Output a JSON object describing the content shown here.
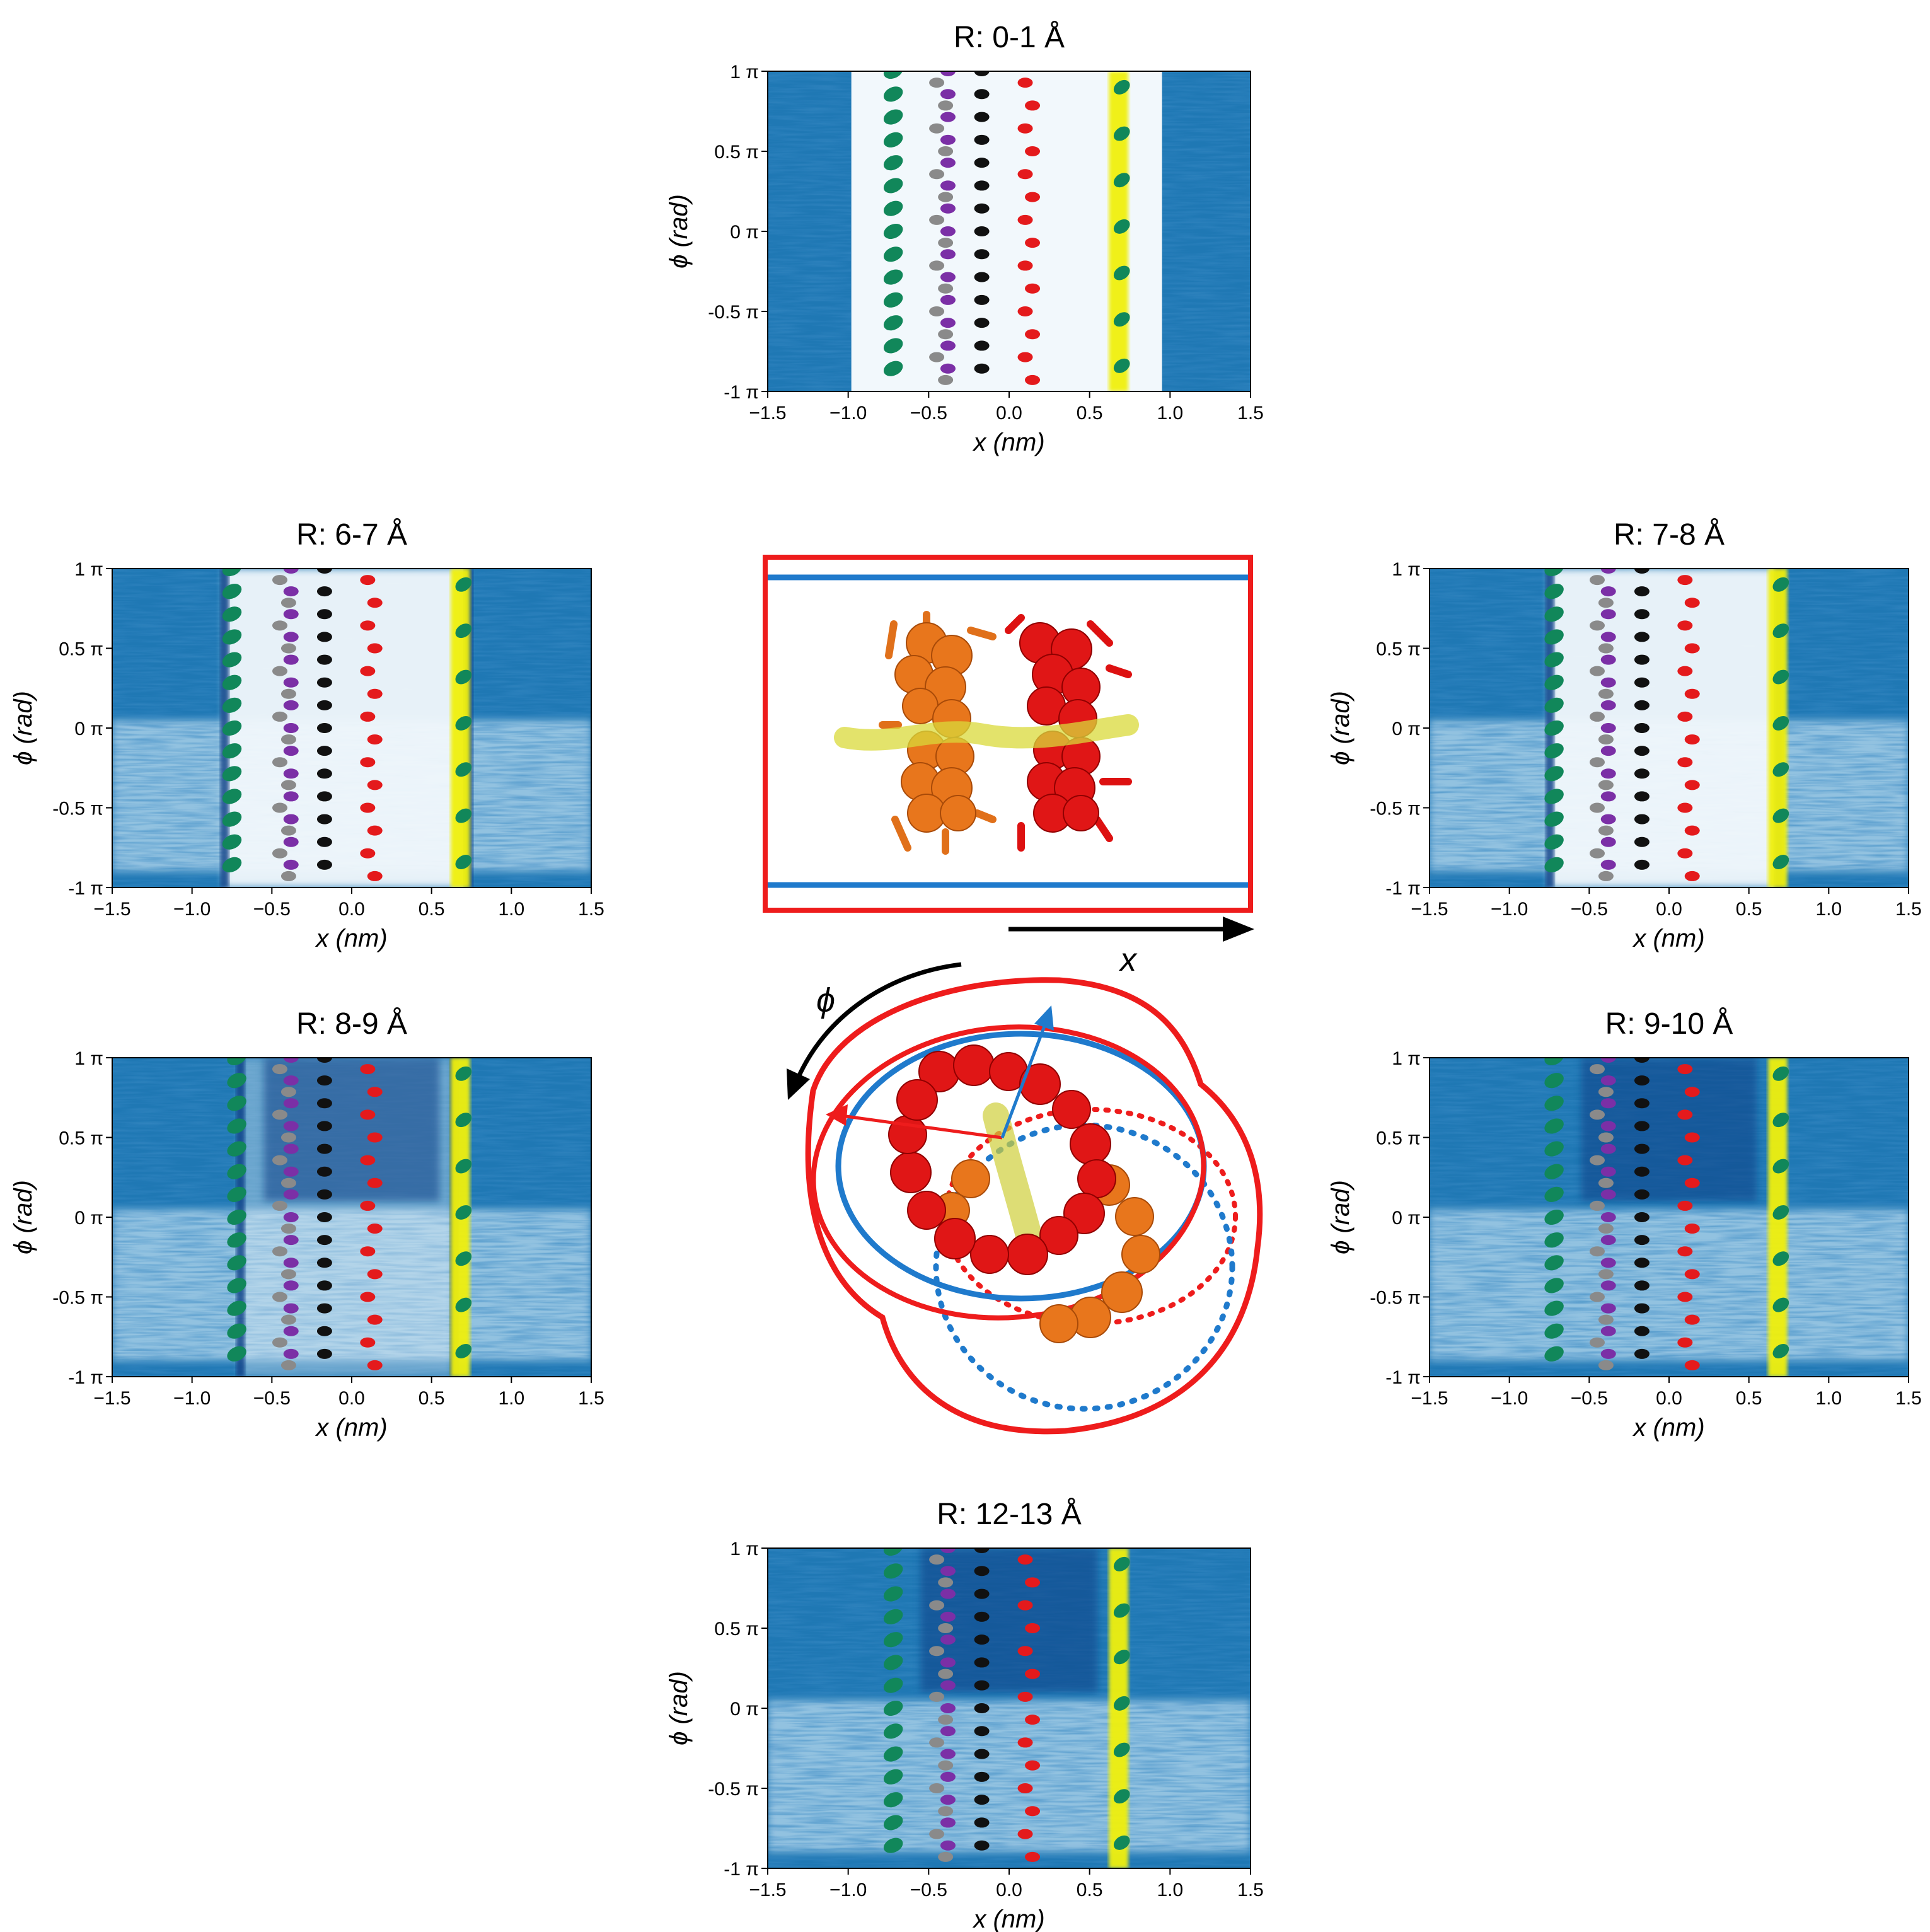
{
  "colors": {
    "density_dark": "#0b3f86",
    "density_mid": "#1f78b4",
    "density_light": "#a7cfe8",
    "density_white": "#f2f8fc",
    "green": "#11875a",
    "grey": "#8a8a8a",
    "purple": "#7b2fa6",
    "red": "#e41a1c",
    "black": "#111111",
    "yellow": "#f0f00a",
    "orange_sparks": "#f39c3a",
    "schematic_red": "#ee1c1c",
    "schematic_blue": "#1f7acc"
  },
  "schematic": {
    "x_label": "x",
    "phi_label": "ϕ"
  },
  "chart_data": [
    {
      "id": "r0",
      "type": "heatmap",
      "title": "R: 0-1 Å",
      "xlabel": "x (nm)",
      "ylabel": "ϕ (rad)",
      "xlim": [
        -1.5,
        1.5
      ],
      "ylim": [
        -1,
        1
      ],
      "xticks": [
        "−1.5",
        "−1.0",
        "−0.5",
        "0.0",
        "0.5",
        "1.0",
        "1.5"
      ],
      "yticks": [
        "1 π",
        "0.5 π",
        "0 π",
        "-0.5 π",
        "-1 π"
      ],
      "density_profile": {
        "pattern": "core",
        "inner_white_halfwidth_nm": 0.95
      },
      "atom_columns_x_nm": {
        "green": -0.72,
        "grey": -0.45,
        "purple": -0.38,
        "black": -0.17,
        "red": 0.1,
        "yellow": 0.68
      }
    },
    {
      "id": "r6",
      "type": "heatmap",
      "title": "R: 6-7 Å",
      "xlabel": "x (nm)",
      "ylabel": "ϕ (rad)",
      "xlim": [
        -1.5,
        1.5
      ],
      "ylim": [
        -1,
        1
      ],
      "xticks": [
        "−1.5",
        "−1.0",
        "−0.5",
        "0.0",
        "0.5",
        "1.0",
        "1.5"
      ],
      "yticks": [
        "1 π",
        "0.5 π",
        "0 π",
        "-0.5 π",
        "-1 π"
      ],
      "density_profile": {
        "pattern": "pore_wall",
        "inner_white_halfwidth_nm": 0.8
      },
      "atom_columns_x_nm": {
        "green": -0.75,
        "grey": -0.45,
        "purple": -0.38,
        "black": -0.17,
        "red": 0.1,
        "yellow": 0.68
      }
    },
    {
      "id": "r7",
      "type": "heatmap",
      "title": "R: 7-8 Å",
      "xlabel": "x (nm)",
      "ylabel": "ϕ (rad)",
      "xlim": [
        -1.5,
        1.5
      ],
      "ylim": [
        -1,
        1
      ],
      "xticks": [
        "−1.5",
        "−1.0",
        "−0.5",
        "0.0",
        "0.5",
        "1.0",
        "1.5"
      ],
      "yticks": [
        "1 π",
        "0.5 π",
        "0 π",
        "-0.5 π",
        "-1 π"
      ],
      "density_profile": {
        "pattern": "wavy",
        "inner_white_halfwidth_nm": 0.75
      },
      "atom_columns_x_nm": {
        "green": -0.72,
        "grey": -0.45,
        "purple": -0.38,
        "black": -0.17,
        "red": 0.1,
        "yellow": 0.68
      }
    },
    {
      "id": "r8",
      "type": "heatmap",
      "title": "R: 8-9 Å",
      "xlabel": "x (nm)",
      "ylabel": "ϕ (rad)",
      "xlim": [
        -1.5,
        1.5
      ],
      "ylim": [
        -1,
        1
      ],
      "xticks": [
        "−1.5",
        "−1.0",
        "−0.5",
        "0.0",
        "0.5",
        "1.0",
        "1.5"
      ],
      "yticks": [
        "1 π",
        "0.5 π",
        "0 π",
        "-0.5 π",
        "-1 π"
      ],
      "density_profile": {
        "pattern": "patchy",
        "inner_white_halfwidth_nm": 0.7
      },
      "atom_columns_x_nm": {
        "green": -0.72,
        "grey": -0.45,
        "purple": -0.38,
        "black": -0.17,
        "red": 0.1,
        "yellow": 0.68
      }
    },
    {
      "id": "r9",
      "type": "heatmap",
      "title": "R: 9-10 Å",
      "xlabel": "x (nm)",
      "ylabel": "ϕ (rad)",
      "xlim": [
        -1.5,
        1.5
      ],
      "ylim": [
        -1,
        1
      ],
      "xticks": [
        "−1.5",
        "−1.0",
        "−0.5",
        "0.0",
        "0.5",
        "1.0",
        "1.5"
      ],
      "yticks": [
        "1 π",
        "0.5 π",
        "0 π",
        "-0.5 π",
        "-1 π"
      ],
      "density_profile": {
        "pattern": "outer",
        "inner_white_halfwidth_nm": 0.0
      },
      "atom_columns_x_nm": {
        "green": -0.72,
        "grey": -0.45,
        "purple": -0.38,
        "black": -0.17,
        "red": 0.1,
        "yellow": 0.68
      }
    },
    {
      "id": "r12",
      "type": "heatmap",
      "title": "R: 12-13 Å",
      "xlabel": "x (nm)",
      "ylabel": "ϕ (rad)",
      "xlim": [
        -1.5,
        1.5
      ],
      "ylim": [
        -1,
        1
      ],
      "xticks": [
        "−1.5",
        "−1.0",
        "−0.5",
        "0.0",
        "0.5",
        "1.0",
        "1.5"
      ],
      "yticks": [
        "1 π",
        "0.5 π",
        "0 π",
        "-0.5 π",
        "-1 π"
      ],
      "density_profile": {
        "pattern": "outer",
        "inner_white_halfwidth_nm": 0.0
      },
      "atom_columns_x_nm": {
        "green": -0.72,
        "grey": -0.45,
        "purple": -0.38,
        "black": -0.17,
        "red": 0.1,
        "yellow": 0.68
      }
    }
  ]
}
